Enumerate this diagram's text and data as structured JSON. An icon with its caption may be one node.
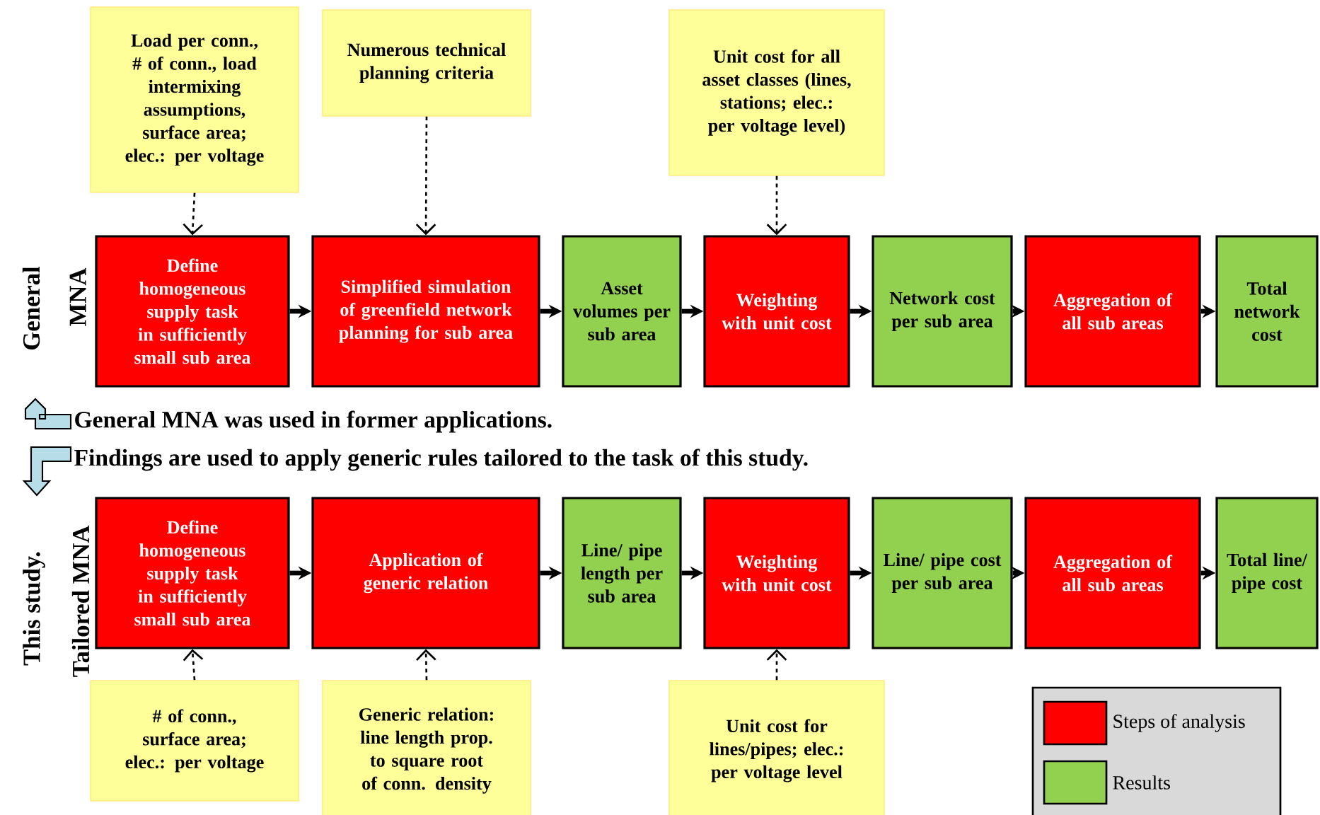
{
  "diagram": {
    "nodes": [
      {
        "text": [
          "Load per conn., # of conn., load intermixing assumptions, surface area; elec.: per voltage"
        ]
      },
      {
        "text": [
          "Numerous technical planning criteria"
        ]
      },
      {
        "text": [
          "Unit cost for all asset classes (lines, stations; elec.: per voltage level)"
        ]
      },
      {
        "text": [
          "Define homogeneous supply task in sufficiently small sub area"
        ]
      },
      {
        "text": [
          "Simplified simulation of greenfield network planning for sub area"
        ]
      },
      {
        "text": [
          "Asset volumes per sub area"
        ]
      },
      {
        "text": [
          "Weighting with unit cost"
        ]
      },
      {
        "text": [
          "Network cost per sub area"
        ]
      },
      {
        "text": [
          "Aggregation of all sub areas"
        ]
      },
      {
        "text": [
          "Total network cost"
        ]
      },
      {
        "text": [
          "Define homogeneous supply task in sufficiently small sub area"
        ]
      },
      {
        "text": [
          "Application of generic relation"
        ]
      },
      {
        "text": [
          "Line/ pipe length per sub area"
        ]
      },
      {
        "text": [
          "Weighting with unit cost"
        ]
      },
      {
        "text": [
          "Line/ pipe cost per sub area"
        ]
      },
      {
        "text": [
          "Aggregation of all sub areas"
        ]
      },
      {
        "text": [
          "Total line/ pipe cost"
        ]
      },
      {
        "text": [
          "# of conn., surface area; elec.: per voltage"
        ]
      },
      {
        "text": [
          "Generic relation: line length prop. to square root of conn. density"
        ]
      },
      {
        "text": [
          "Unit cost for lines/pipes; elec.: per voltage level"
        ]
      }
    ],
    "edges": [
      {
        "from": 0,
        "to": 3,
        "arrow": "to",
        "style": "dashed"
      },
      {
        "from": 1,
        "to": 4,
        "arrow": "to",
        "style": "dashed"
      },
      {
        "from": 2,
        "to": 6,
        "arrow": "to",
        "style": "dashed"
      },
      {
        "from": 3,
        "to": 4,
        "arrow": "to"
      },
      {
        "from": 4,
        "to": 5,
        "arrow": "to"
      },
      {
        "from": 5,
        "to": 6,
        "arrow": "to"
      },
      {
        "from": 6,
        "to": 7,
        "arrow": "to"
      },
      {
        "from": 7,
        "to": 8,
        "arrow": "to"
      },
      {
        "from": 8,
        "to": 9,
        "arrow": "to"
      },
      {
        "from": 10,
        "to": 11,
        "arrow": "to"
      },
      {
        "from": 11,
        "to": 12,
        "arrow": "to"
      },
      {
        "from": 12,
        "to": 13,
        "arrow": "to"
      },
      {
        "from": 13,
        "to": 14,
        "arrow": "to"
      },
      {
        "from": 14,
        "to": 15,
        "arrow": "to"
      },
      {
        "from": 15,
        "to": 16,
        "arrow": "to"
      },
      {
        "from": 17,
        "to": 10,
        "arrow": "to",
        "style": "dashed"
      },
      {
        "from": 18,
        "to": 11,
        "arrow": "to",
        "style": "dashed"
      },
      {
        "from": 19,
        "to": 13,
        "arrow": "to",
        "style": "dashed"
      }
    ],
    "labels": [
      "General",
      "MNA",
      "General MNA was used in former applications.",
      "Findings are used to apply generic rules tailored to the task of this study.",
      "This study.",
      "Tailored MNA"
    ],
    "legend": [
      {
        "text": "Steps of analysis",
        "color": "#ff0000"
      },
      {
        "text": "Results",
        "color": "#92d050"
      }
    ]
  }
}
